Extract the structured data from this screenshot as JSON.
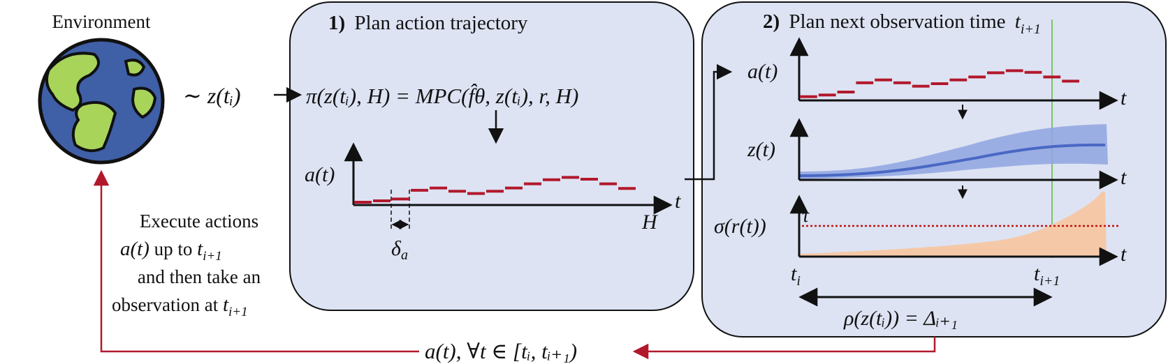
{
  "environment": {
    "label": "Environment",
    "observation": "∼ z(tᵢ)"
  },
  "panel1": {
    "number": "1)",
    "title": "Plan action trajectory",
    "policy": "π(z(tᵢ), H) = MPC(f̂θ, z(tᵢ), r, H)",
    "plot": {
      "ylabel": "a(t)",
      "xlabel": "t",
      "horizon": "H",
      "step": "δ",
      "step_sub": "a"
    }
  },
  "panel2": {
    "number": "2)",
    "title": "Plan next observation time",
    "title_var": "t",
    "title_sub": "i+1",
    "plot_a": {
      "ylabel": "a(t)",
      "xlabel": "t"
    },
    "plot_z": {
      "ylabel": "z(t)",
      "xlabel": "t"
    },
    "plot_s": {
      "ylabel": "σ(r(t))",
      "xlabel": "t",
      "threshold": "τ",
      "t_start": "t",
      "t_start_sub": "i",
      "t_end": "t",
      "t_end_sub": "i+1"
    },
    "interval": "ρ(z(tᵢ)) = Δᵢ₊₁"
  },
  "execute_text": {
    "line1": "Execute actions",
    "line2_math": "a(t)",
    "line2_text": " up to ",
    "line2_var": "t",
    "line2_sub": "i+1",
    "line3": "and then take an",
    "line4_text": "observation at ",
    "line4_var": "t",
    "line4_sub": "i+1"
  },
  "bottom_label": "a(t), ∀t ∈ [tᵢ, tᵢ₊₁)",
  "colors": {
    "panel_fill": "#dde3f3",
    "action": "#b2182b",
    "feedback": "#b2182b",
    "state": "#4a68c4",
    "state_band": "#8fa4e0",
    "uncertainty": "#f5c9a8",
    "threshold": "#c01010",
    "time_marker": "#7cc36a",
    "earth_ocean": "#3f5fa7",
    "earth_land": "#a8d45a"
  },
  "icons": [
    "globe-icon",
    "arrow-icon"
  ]
}
